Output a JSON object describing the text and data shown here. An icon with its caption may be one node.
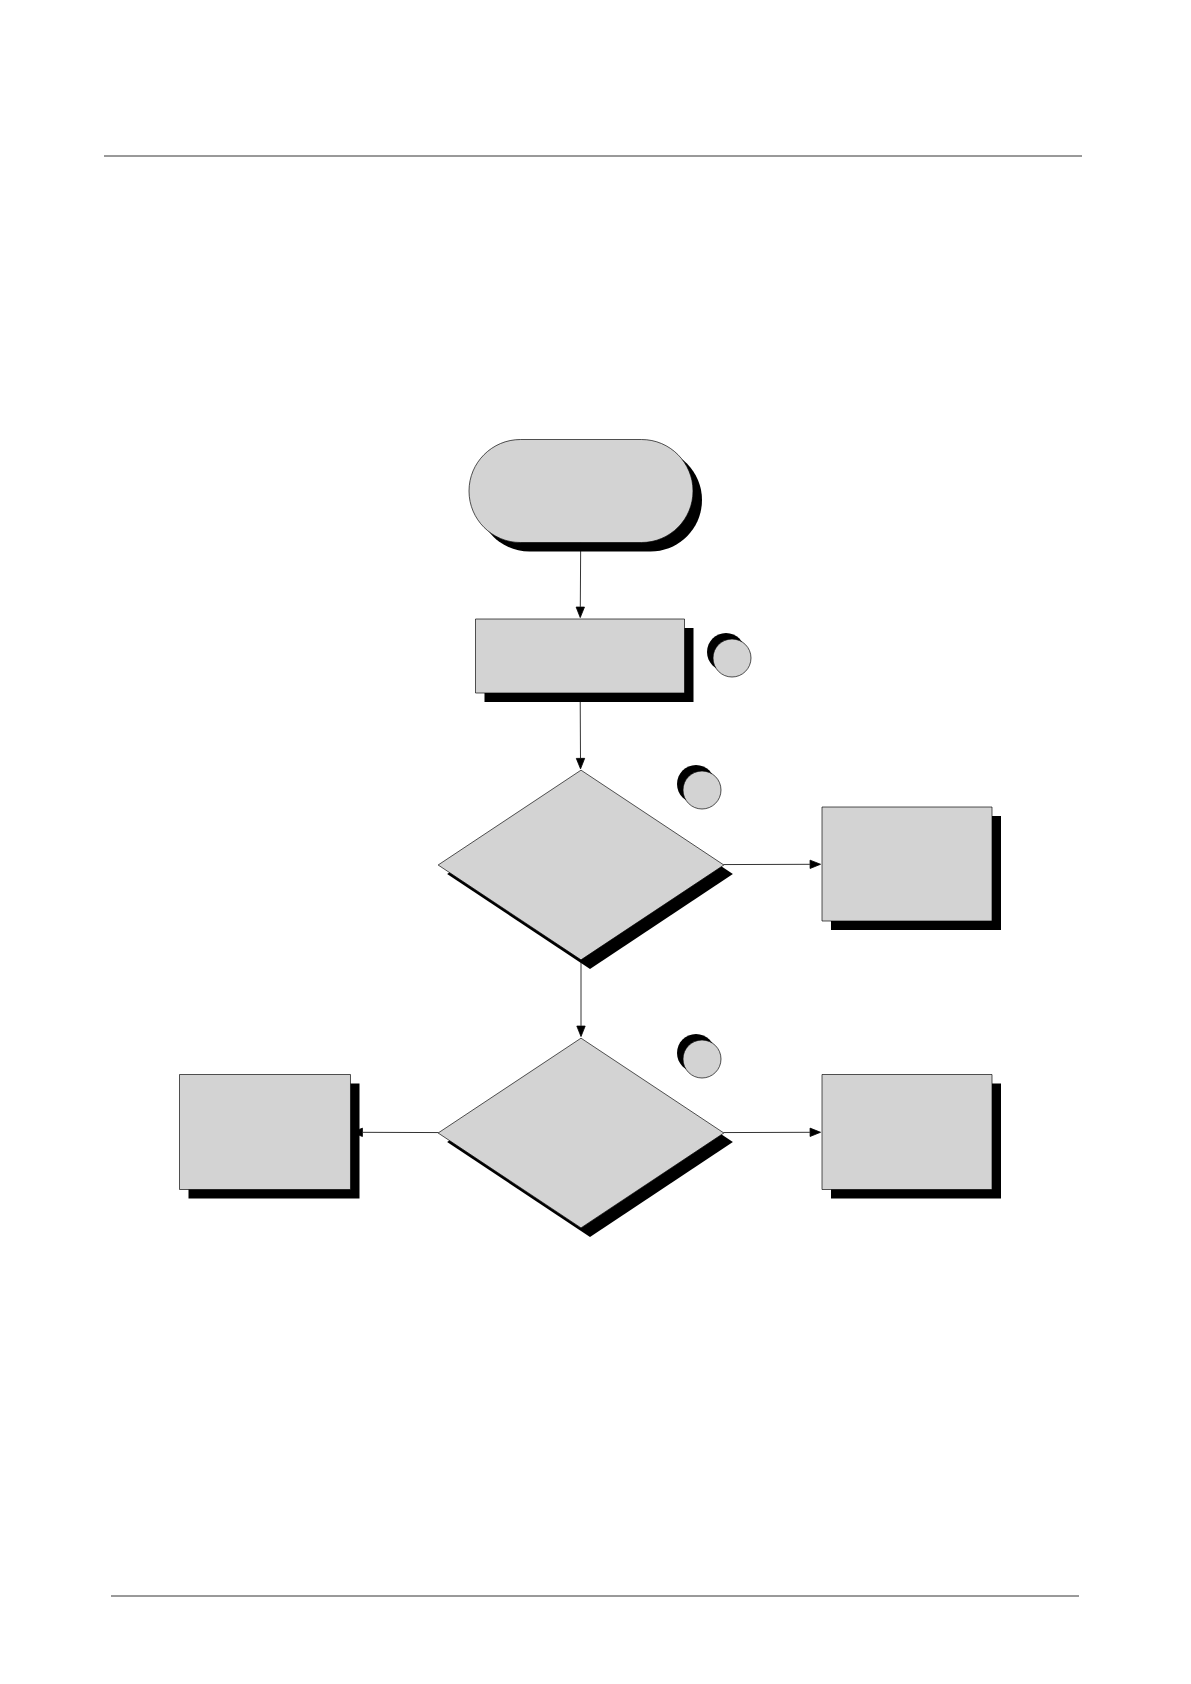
{
  "diagram": {
    "nodes": [
      {
        "text": [],
        "shape": "terminator"
      },
      {
        "text": [],
        "shape": "box"
      },
      {
        "text": [],
        "shape": "circle"
      },
      {
        "text": [],
        "shape": "diamond"
      },
      {
        "text": [],
        "shape": "circle"
      },
      {
        "text": [],
        "shape": "box"
      },
      {
        "text": [],
        "shape": "diamond"
      },
      {
        "text": [],
        "shape": "circle"
      },
      {
        "text": [],
        "shape": "box"
      },
      {
        "text": [],
        "shape": "box"
      }
    ],
    "edges": [
      {
        "from": 0,
        "to": 1,
        "arrow": "to"
      },
      {
        "from": 1,
        "to": 3,
        "arrow": "to"
      },
      {
        "from": 3,
        "to": 5,
        "arrow": "to"
      },
      {
        "from": 3,
        "to": 6,
        "arrow": "to"
      },
      {
        "from": 6,
        "to": 8,
        "arrow": "to"
      },
      {
        "from": 6,
        "to": 9,
        "arrow": "to"
      }
    ]
  }
}
